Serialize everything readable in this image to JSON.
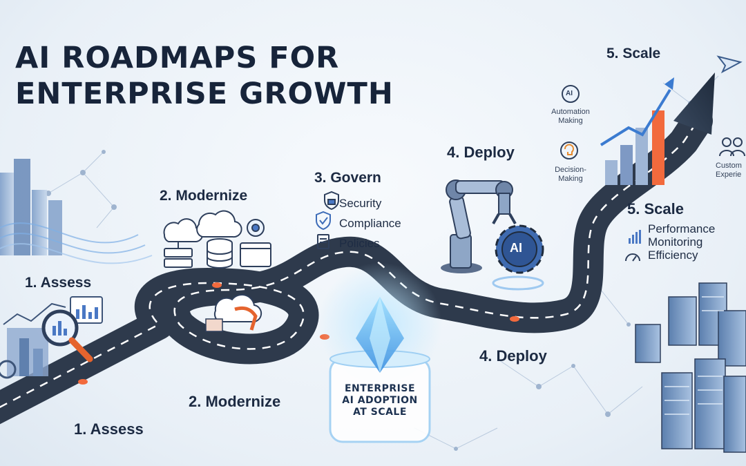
{
  "title": {
    "line1": "AI ROADMAPS FOR",
    "line2": "ENTERPRISE GROWTH"
  },
  "steps": {
    "assess_top": "1. Assess",
    "assess_bottom": "1. Assess",
    "modernize_top": "2. Modernize",
    "modernize_bottom": "2. Modernize",
    "govern": "3. Govern",
    "deploy_top": "4. Deploy",
    "deploy_bottom": "4. Deploy",
    "scale_top": "5. Scale",
    "scale_mid": "5. Scale"
  },
  "govern_items": [
    {
      "label": "Security",
      "icon": "lock-shield-icon"
    },
    {
      "label": "Compliance",
      "icon": "check-shield-icon"
    },
    {
      "label": "Policies",
      "icon": "document-icon"
    }
  ],
  "scale_metrics": {
    "performance": "Performance",
    "monitoring": "Monitoring",
    "efficiency": "Efficiency"
  },
  "scale_icons": [
    {
      "label_line1": "Automation",
      "label_line2": "Making",
      "icon": "ai-gear-icon"
    },
    {
      "label_line1": "Decision-",
      "label_line2": "Making",
      "icon": "lightbulb-head-icon"
    },
    {
      "label_line1": "Custom",
      "label_line2": "Experie",
      "icon": "users-icon"
    }
  ],
  "badge": {
    "line1": "ENTERPRISE",
    "line2": "AI ADOPTION",
    "line3": "AT SCALE"
  },
  "robot_chip": "AI",
  "colors": {
    "road": "#2e3a4c",
    "accent": "#f26a3d",
    "ink": "#17243a",
    "blue": "#4a78c4"
  }
}
